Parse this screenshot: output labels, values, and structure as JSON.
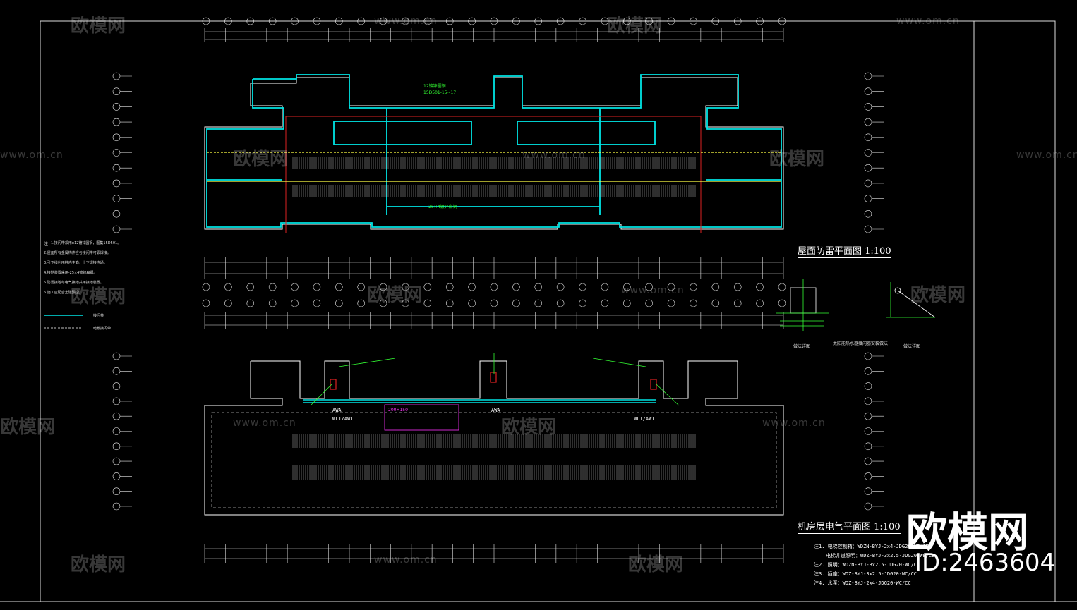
{
  "watermark": {
    "brand_cn": "欧模网",
    "url": "www.om.cn"
  },
  "brand_logo": {
    "name": "欧模网",
    "id_text": "ID:2463604"
  },
  "plans": {
    "roof": {
      "title": "屋面防雷平面图 1:100",
      "callout_1": "12镀锌圆钢",
      "callout_2": "15D501-15~17",
      "callout_3": "-25×4镀锌扁钢"
    },
    "machine_room": {
      "title": "机房层电气平面图 1:100",
      "callout_1": "200×150",
      "panel_1": "AWA",
      "panel_2": "AWA",
      "panel_3": "WL1/AW1",
      "panel_4": "WL1/AW1"
    }
  },
  "notes": {
    "header": "注：",
    "lines": [
      "1.接闪带采用φ12镀锌圆钢，图集15D501。",
      "2.屋面所有金属构件应与接闪带可靠焊接。",
      "3.引下线利用柱内主筋，上下焊接连通。",
      "4.接地装置采用-25×4镀锌扁钢。",
      "5.防雷接地与电气接地共用接地装置。",
      "6.施工应配合土建预埋。"
    ],
    "legend": [
      {
        "label": "接闪带",
        "color": "#00e5e5"
      },
      {
        "label": "暗敷接闪带",
        "color": "#ffffff"
      }
    ]
  },
  "details": {
    "detail_1": "做法详图",
    "detail_2": "太阳能热水器接闪器安装做法",
    "detail_3": "做法详图"
  },
  "wiring_notes": {
    "lines": [
      "注1. 电梯控制箱：WDZN-BYJ-2x4-JDG20-WE/CE",
      "电梯井道照明：WDZ-BYJ-3x2.5-JDG20-WE/CE",
      "注2. 照明：WDZN-BYJ-3x2.5-JDG20-WC/CC",
      "注3. 插座：WDZ-BYJ-3x2.5-JDG20-WC/CC",
      "注4. 水泵：WDZ-BYJ-2x4-JDG20-WC/CC"
    ]
  },
  "colors": {
    "background": "#000000",
    "lightning_conductor": "#00e5e5",
    "building_outline": "#ffffff",
    "grid": "#e6e6e6",
    "red_line": "#dd2222",
    "yellow_line": "#ffff44",
    "annotation_green": "#33ff33",
    "annotation_magenta": "#ff33ff"
  }
}
